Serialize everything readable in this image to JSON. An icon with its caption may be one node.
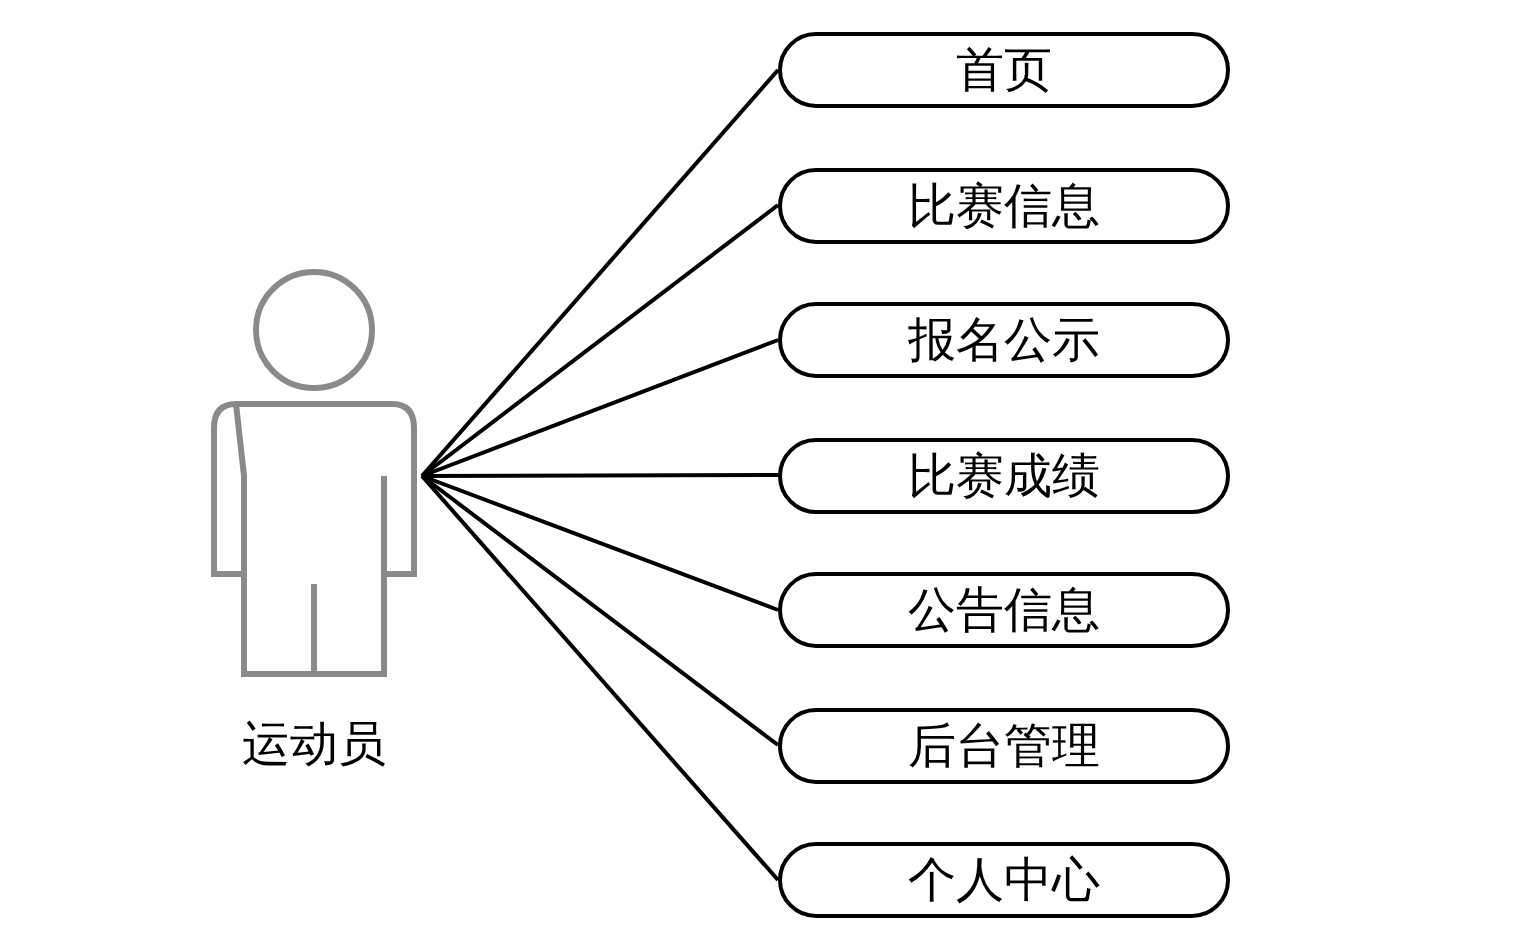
{
  "diagram": {
    "nodes": [
      {
        "text": [
          "运动员"
        ]
      },
      {
        "text": [
          "首页"
        ]
      },
      {
        "text": [
          "比赛信息"
        ]
      },
      {
        "text": [
          "报名公示"
        ]
      },
      {
        "text": [
          "比赛成绩"
        ]
      },
      {
        "text": [
          "公告信息"
        ]
      },
      {
        "text": [
          "后台管理"
        ]
      },
      {
        "text": [
          "个人中心"
        ]
      }
    ],
    "edges": [
      {
        "from": 0,
        "to": 1,
        "arrow": "none"
      },
      {
        "from": 0,
        "to": 2,
        "arrow": "none"
      },
      {
        "from": 0,
        "to": 3,
        "arrow": "none"
      },
      {
        "from": 0,
        "to": 4,
        "arrow": "none"
      },
      {
        "from": 0,
        "to": 5,
        "arrow": "none"
      },
      {
        "from": 0,
        "to": 6,
        "arrow": "none"
      },
      {
        "from": 0,
        "to": 7,
        "arrow": "none"
      }
    ]
  }
}
